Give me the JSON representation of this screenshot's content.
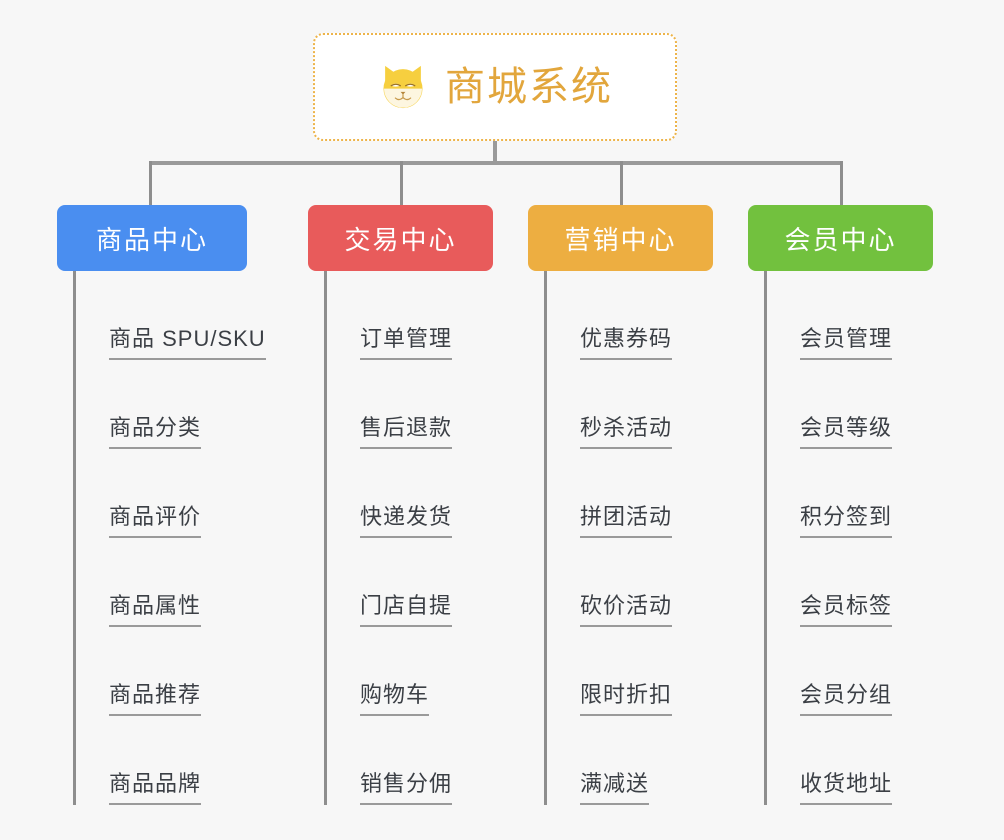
{
  "diagram": {
    "background_color": "#f7f7f7",
    "root": {
      "title": "商城系统",
      "icon": "shiba-dog-face-icon",
      "border_color": "#edb44a",
      "text_color": "#e2a63c",
      "fill_color": "#ffffff"
    },
    "connector_color": "#9a9a9a",
    "columns": [
      {
        "title": "商品中心",
        "color": "#4a8ef0",
        "items": [
          "商品 SPU/SKU",
          "商品分类",
          "商品评价",
          "商品属性",
          "商品推荐",
          "商品品牌"
        ]
      },
      {
        "title": "交易中心",
        "color": "#e85b5b",
        "items": [
          "订单管理",
          "售后退款",
          "快递发货",
          "门店自提",
          "购物车",
          "销售分佣"
        ]
      },
      {
        "title": "营销中心",
        "color": "#edae41",
        "items": [
          "优惠券码",
          "秒杀活动",
          "拼团活动",
          "砍价活动",
          "限时折扣",
          "满减送"
        ]
      },
      {
        "title": "会员中心",
        "color": "#72c13e",
        "items": [
          "会员管理",
          "会员等级",
          "积分签到",
          "会员标签",
          "会员分组",
          "收货地址"
        ]
      }
    ]
  }
}
